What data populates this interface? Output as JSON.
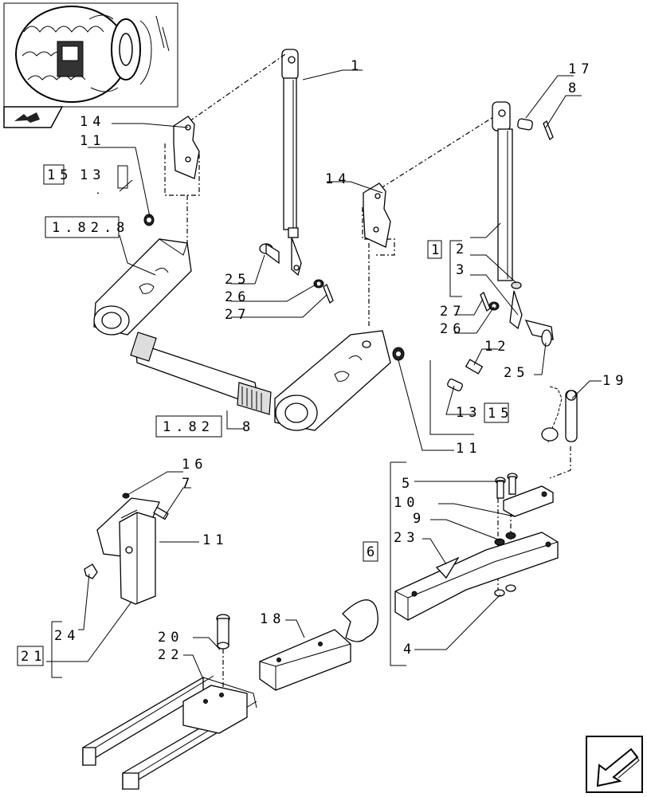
{
  "labels": {
    "l1": "1",
    "l17": "17",
    "l8a": "8",
    "l14a": "14",
    "l11a": "11",
    "l15": "15",
    "l13a": "13",
    "l182a": "1.82.8",
    "l25a": "25",
    "l26a": "26",
    "l27a": "27",
    "l14b": "14",
    "lbox1": "1",
    "l2": "2",
    "l3": "3",
    "l27b": "27",
    "l26b": "26",
    "l12": "12",
    "l25b": "25",
    "l13b": "13",
    "l15b": "15",
    "l11b": "11",
    "l182b_box": "1.82",
    "l182b_tail": "8",
    "l19": "19",
    "l16": "16",
    "l7": "7",
    "l11c": "11",
    "l5": "5",
    "l10": "10",
    "l9": "9",
    "l6": "6",
    "l23": "23",
    "l24": "24",
    "l21": "21",
    "l20": "20",
    "l22": "22",
    "l18": "18",
    "l4": "4"
  },
  "icons": {
    "thumbnail": "tractor-wheel-thumbnail",
    "nav_small": "arrow-small-icon",
    "nav_large": "next-page-arrow-icon"
  }
}
